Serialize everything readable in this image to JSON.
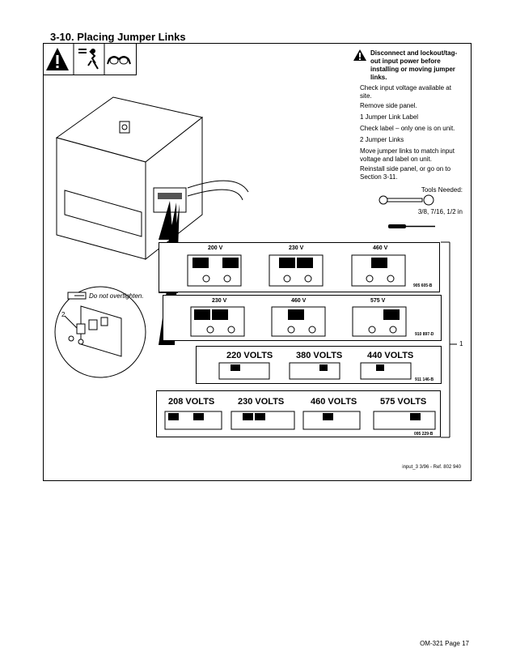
{
  "section": {
    "title": "3-10. Placing Jumper Links"
  },
  "warning": {
    "text": "Disconnect and lockout/tag-out input power before installing or moving jumper links."
  },
  "instructions": [
    "Check input voltage available at site.",
    "Remove side panel.",
    "1    Jumper Link Label",
    "Check label – only one is on unit.",
    "2    Jumper Links",
    "Move jumper links to match input voltage and label on unit.",
    "Reinstall side panel, or go on to Section 3-11."
  ],
  "tools": {
    "title": "Tools Needed:",
    "sizes": "3/8, 7/16, 1/2 in"
  },
  "callouts": {
    "label_1": "1",
    "label_2": "2",
    "do_not_overtighten": "Do not overtighten."
  },
  "labels": {
    "label_a": {
      "voltages": [
        "200 V",
        "230 V",
        "460 V"
      ],
      "code": "905 605-B"
    },
    "label_b": {
      "voltages": [
        "230 V",
        "460 V",
        "575 V"
      ],
      "code": "910 897-D"
    },
    "label_c": {
      "voltages": [
        "220 VOLTS",
        "380 VOLTS",
        "440 VOLTS"
      ],
      "code": "911 146-B"
    },
    "label_d": {
      "voltages": [
        "208 VOLTS",
        "230 VOLTS",
        "460 VOLTS",
        "575 VOLTS"
      ],
      "code": "095 229-B"
    }
  },
  "reference": "input_3 3/96 - Ref. 802 940",
  "footer": {
    "page": "OM-321 Page 17"
  }
}
